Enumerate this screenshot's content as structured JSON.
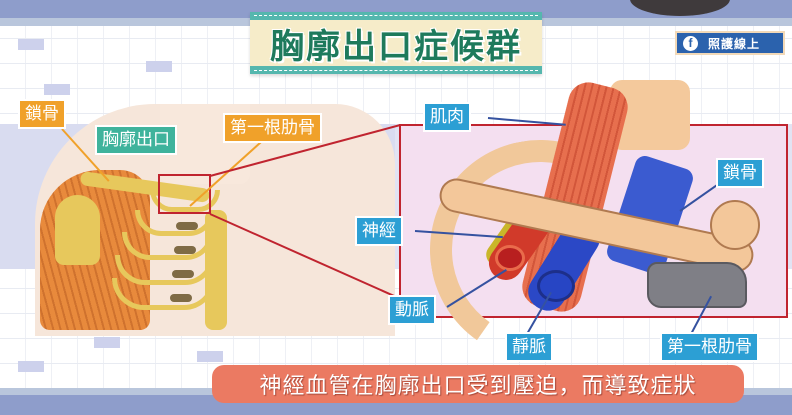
{
  "title": "胸廓出口症候群",
  "badge": {
    "icon": "facebook-icon",
    "icon_glyph": "f",
    "text": "照護線上"
  },
  "left_diagram": {
    "labels": {
      "clavicle": "鎖骨",
      "thoracic_outlet": "胸廓出口",
      "first_rib": "第一根肋骨"
    }
  },
  "right_diagram": {
    "labels": {
      "muscle": "肌肉",
      "nerve": "神經",
      "artery": "動脈",
      "vein": "靜脈",
      "clavicle": "鎖骨",
      "first_rib": "第一根肋骨"
    }
  },
  "caption": "神經血管在胸廓出口受到壓迫，而導致症狀",
  "colors": {
    "title_text": "#1e7a5c",
    "title_border": "#55b7ae",
    "title_bg": "#f6ecc9",
    "label_orange": "#f0a12a",
    "label_teal": "#3fb39c",
    "label_blue": "#2c9fd4",
    "zoom_frame": "#c0242f",
    "caption_bg": "#eb7a62",
    "band": "#8e9dcb",
    "facebook_blue": "#2b62ad"
  }
}
